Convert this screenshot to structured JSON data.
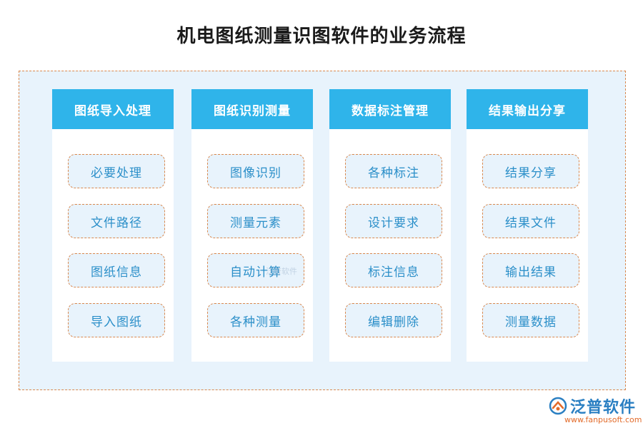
{
  "title": "机电图纸测量识图软件的业务流程",
  "columns": [
    {
      "header": "图纸导入处理",
      "items": [
        "必要处理",
        "文件路径",
        "图纸信息",
        "导入图纸"
      ]
    },
    {
      "header": "图纸识别测量",
      "items": [
        "图像识别",
        "测量元素",
        "自动计算",
        "各种测量"
      ]
    },
    {
      "header": "数据标注管理",
      "items": [
        "各种标注",
        "设计要求",
        "标注信息",
        "编辑删除"
      ]
    },
    {
      "header": "结果输出分享",
      "items": [
        "结果分享",
        "结果文件",
        "输出结果",
        "测量数据"
      ]
    }
  ],
  "watermark": "泛普软件",
  "logo": {
    "text": "泛普软件",
    "url": "www.fanpusoft.com",
    "icon": "fanpu-logo-icon"
  },
  "colors": {
    "header_bg": "#2fb4ea",
    "panel_bg": "#e8f3fc",
    "dashed_border": "#d9884e",
    "item_text": "#2b8fc9"
  }
}
